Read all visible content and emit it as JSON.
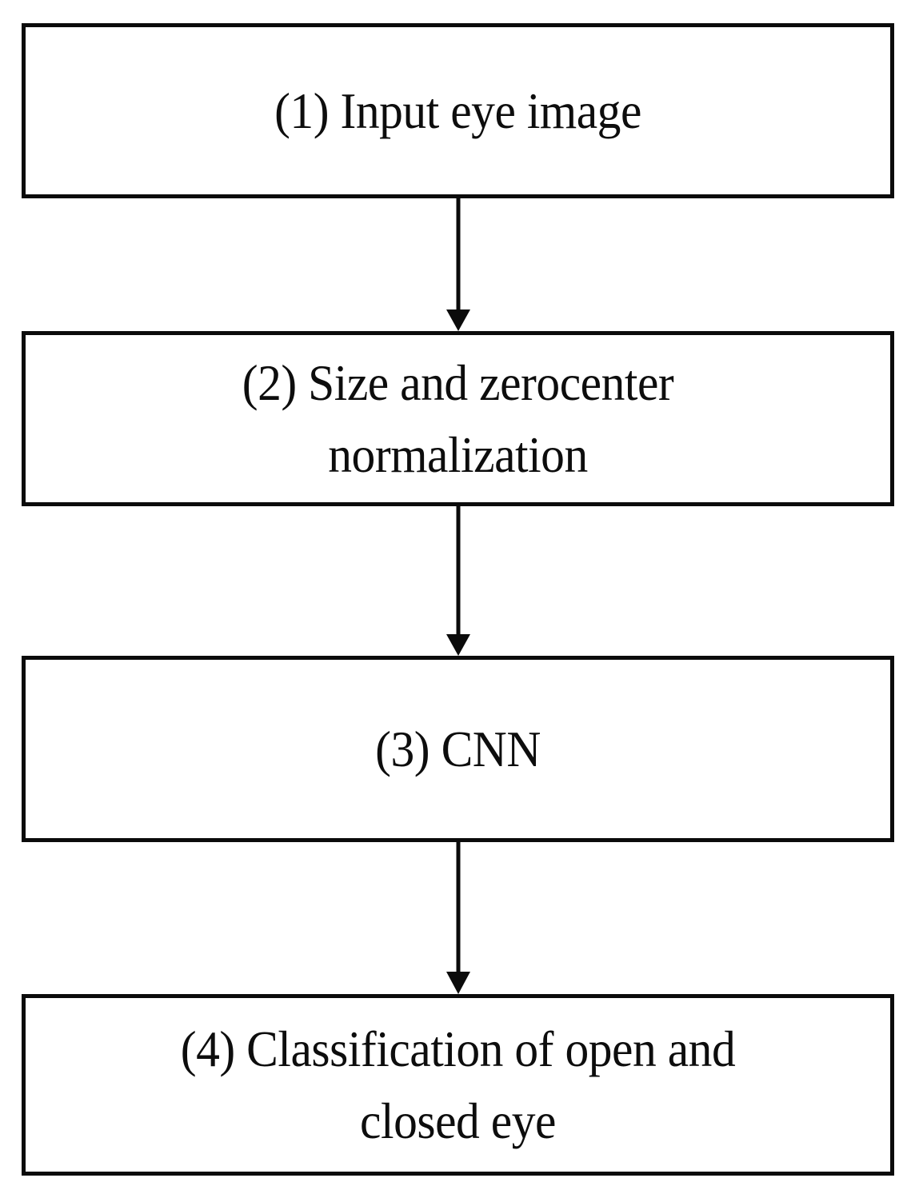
{
  "diagram": {
    "title": "Eye open/closed classification pipeline flowchart",
    "orientation": "vertical-top-to-bottom",
    "colors": {
      "box_border": "#0b0b0b",
      "box_fill": "#ffffff",
      "text": "#0d0d0d",
      "arrow": "#0b0b0b",
      "background": "#ffffff"
    },
    "nodes": [
      {
        "id": "node-1",
        "step": "(1)",
        "label": "(1) Input eye image",
        "lines": [
          "(1) Input eye image"
        ]
      },
      {
        "id": "node-2",
        "step": "(2)",
        "label": "(2) Size and zerocenter\nnormalization",
        "lines": [
          "(2) Size and zerocenter",
          "normalization"
        ]
      },
      {
        "id": "node-3",
        "step": "(3)",
        "label": "(3) CNN",
        "lines": [
          "(3) CNN"
        ]
      },
      {
        "id": "node-4",
        "step": "(4)",
        "label": "(4) Classification of open and\nclosed eye",
        "lines": [
          "(4) Classification of open and",
          "closed eye"
        ]
      }
    ],
    "connectors": [
      {
        "id": "connector-1",
        "from": "node-1",
        "to": "node-2",
        "style": "solid-arrow-down"
      },
      {
        "id": "connector-2",
        "from": "node-2",
        "to": "node-3",
        "style": "solid-arrow-down"
      },
      {
        "id": "connector-3",
        "from": "node-3",
        "to": "node-4",
        "style": "solid-arrow-down"
      }
    ]
  }
}
